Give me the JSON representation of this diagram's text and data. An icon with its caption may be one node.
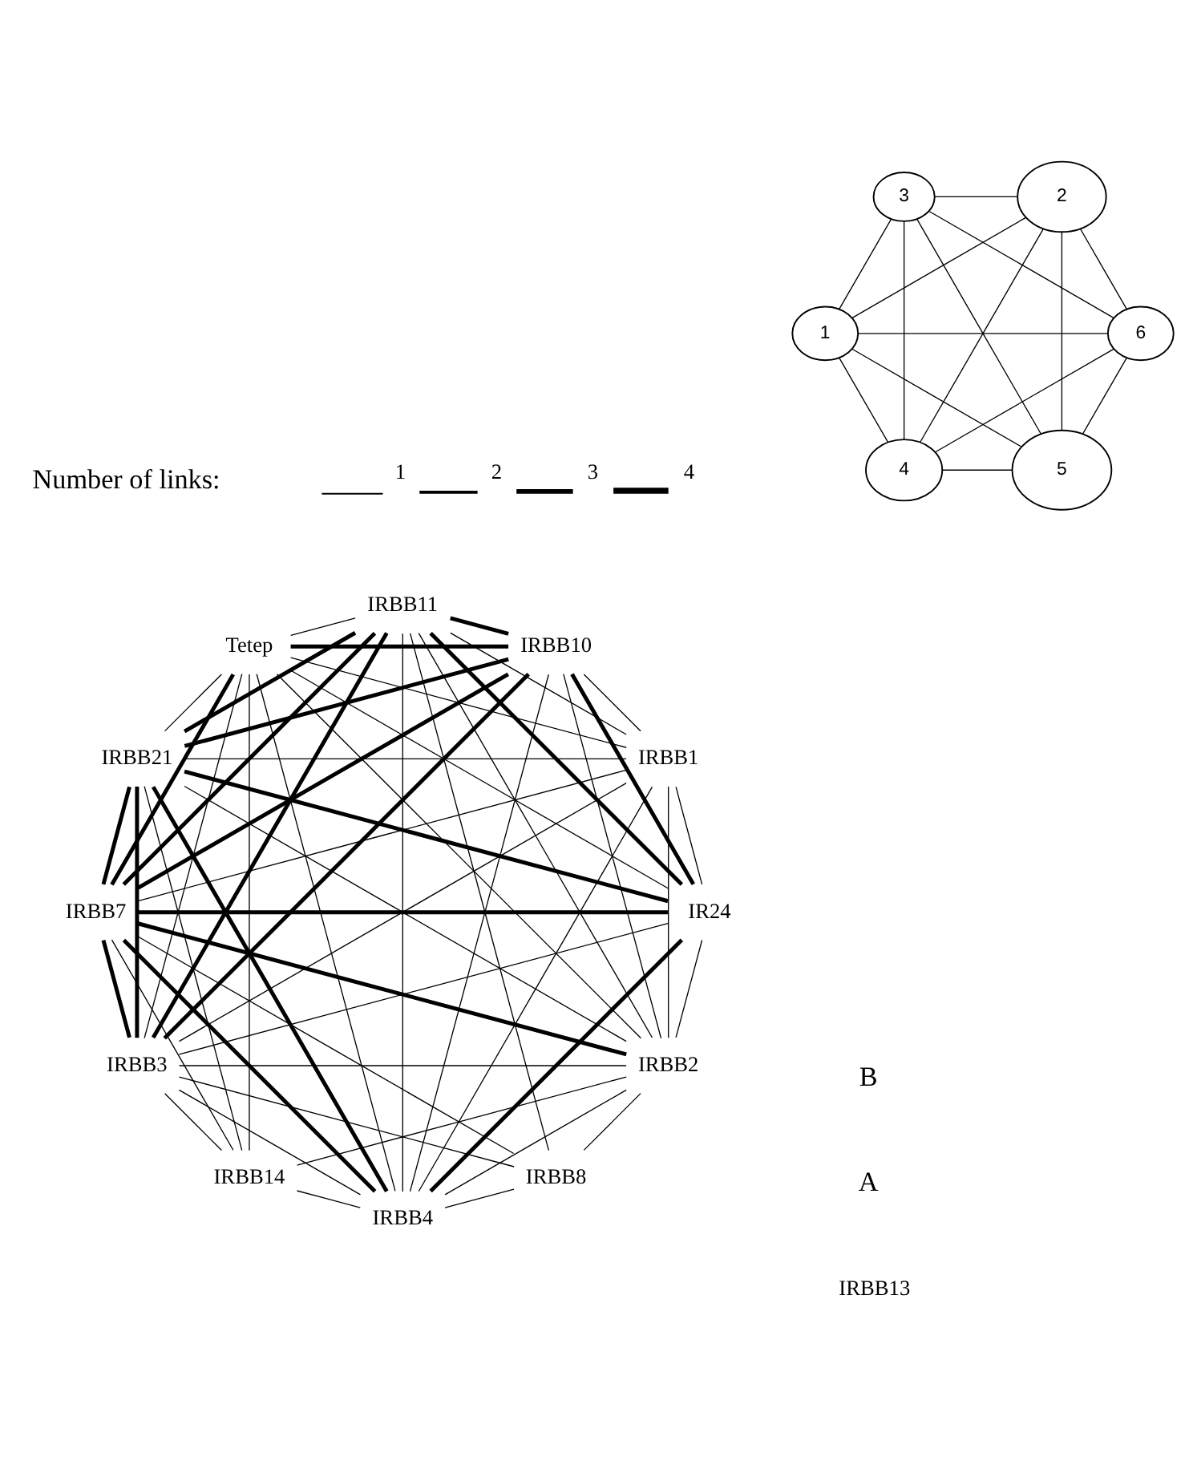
{
  "diagram": {
    "nodes": [
      {
        "text": [
          "IRBB1"
        ]
      },
      {
        "text": [
          "IR24"
        ]
      },
      {
        "text": [
          "Tetep"
        ]
      },
      {
        "text": [
          "IRBB2"
        ]
      },
      {
        "text": [
          "IRBB21"
        ]
      },
      {
        "text": [
          "IRBB3"
        ]
      },
      {
        "text": [
          "IRBB14"
        ]
      },
      {
        "text": [
          "IRBB4"
        ]
      },
      {
        "text": [
          "IRBB13"
        ]
      },
      {
        "text": [
          "IRBB7"
        ]
      },
      {
        "text": [
          "IRBB8"
        ]
      },
      {
        "text": [
          "IRBB11"
        ]
      },
      {
        "text": [
          "IRBB10"
        ]
      },
      {
        "text": [
          "5"
        ]
      },
      {
        "text": [
          "6"
        ]
      },
      {
        "text": [
          "1"
        ]
      },
      {
        "text": [
          "3"
        ]
      },
      {
        "text": [
          "2"
        ]
      },
      {
        "text": [
          "4"
        ]
      }
    ],
    "edges": [
      {
        "from": 0,
        "to": 3,
        "arrow": "none"
      },
      {
        "from": 0,
        "to": 1,
        "arrow": "none"
      },
      {
        "from": 0,
        "to": 2,
        "arrow": "none"
      },
      {
        "from": 0,
        "to": 4,
        "arrow": "none"
      },
      {
        "from": 0,
        "to": 5,
        "arrow": "none"
      },
      {
        "from": 0,
        "to": 7,
        "arrow": "none"
      },
      {
        "from": 0,
        "to": 9,
        "arrow": "none"
      },
      {
        "from": 0,
        "to": 12,
        "arrow": "none"
      },
      {
        "from": 0,
        "to": 11,
        "arrow": "none"
      },
      {
        "from": 3,
        "to": 1,
        "arrow": "none"
      },
      {
        "from": 3,
        "to": 2,
        "arrow": "none"
      },
      {
        "from": 3,
        "to": 4,
        "arrow": "none"
      },
      {
        "from": 3,
        "to": 6,
        "arrow": "none"
      },
      {
        "from": 3,
        "to": 5,
        "arrow": "none"
      },
      {
        "from": 3,
        "to": 7,
        "arrow": "none"
      },
      {
        "from": 3,
        "to": 9,
        "arrow": "none",
        "style": "thick"
      },
      {
        "from": 3,
        "to": 12,
        "arrow": "none"
      },
      {
        "from": 3,
        "to": 11,
        "arrow": "none"
      },
      {
        "from": 3,
        "to": 10,
        "arrow": "none"
      },
      {
        "from": 1,
        "to": 2,
        "arrow": "none"
      },
      {
        "from": 1,
        "to": 4,
        "arrow": "none",
        "style": "thick"
      },
      {
        "from": 1,
        "to": 7,
        "arrow": "none",
        "style": "thick"
      },
      {
        "from": 1,
        "to": 9,
        "arrow": "none",
        "style": "thick"
      },
      {
        "from": 1,
        "to": 12,
        "arrow": "none",
        "style": "thick"
      },
      {
        "from": 1,
        "to": 11,
        "arrow": "none",
        "style": "thick"
      },
      {
        "from": 1,
        "to": 5,
        "arrow": "none"
      },
      {
        "from": 2,
        "to": 4,
        "arrow": "none"
      },
      {
        "from": 2,
        "to": 5,
        "arrow": "none"
      },
      {
        "from": 2,
        "to": 7,
        "arrow": "none"
      },
      {
        "from": 2,
        "to": 9,
        "arrow": "none",
        "style": "thick"
      },
      {
        "from": 2,
        "to": 12,
        "arrow": "none",
        "style": "thick"
      },
      {
        "from": 2,
        "to": 11,
        "arrow": "none"
      },
      {
        "from": 2,
        "to": 6,
        "arrow": "none"
      },
      {
        "from": 4,
        "to": 6,
        "arrow": "none"
      },
      {
        "from": 4,
        "to": 5,
        "arrow": "none",
        "style": "thick"
      },
      {
        "from": 4,
        "to": 7,
        "arrow": "none",
        "style": "thick"
      },
      {
        "from": 4,
        "to": 9,
        "arrow": "none",
        "style": "thick"
      },
      {
        "from": 4,
        "to": 12,
        "arrow": "none",
        "style": "thick"
      },
      {
        "from": 4,
        "to": 11,
        "arrow": "none",
        "style": "thick"
      },
      {
        "from": 6,
        "to": 5,
        "arrow": "none"
      },
      {
        "from": 6,
        "to": 7,
        "arrow": "none"
      },
      {
        "from": 6,
        "to": 9,
        "arrow": "none"
      },
      {
        "from": 5,
        "to": 7,
        "arrow": "none"
      },
      {
        "from": 5,
        "to": 9,
        "arrow": "none",
        "style": "thick"
      },
      {
        "from": 5,
        "to": 12,
        "arrow": "none",
        "style": "thick"
      },
      {
        "from": 5,
        "to": 11,
        "arrow": "none",
        "style": "thick"
      },
      {
        "from": 5,
        "to": 10,
        "arrow": "none"
      },
      {
        "from": 7,
        "to": 9,
        "arrow": "none",
        "style": "thick"
      },
      {
        "from": 7,
        "to": 12,
        "arrow": "none"
      },
      {
        "from": 7,
        "to": 11,
        "arrow": "none"
      },
      {
        "from": 7,
        "to": 10,
        "arrow": "none"
      },
      {
        "from": 9,
        "to": 10,
        "arrow": "none"
      },
      {
        "from": 9,
        "to": 12,
        "arrow": "none",
        "style": "thick"
      },
      {
        "from": 9,
        "to": 11,
        "arrow": "none",
        "style": "thick"
      },
      {
        "from": 10,
        "to": 11,
        "arrow": "none"
      },
      {
        "from": 12,
        "to": 11,
        "arrow": "none",
        "style": "thick"
      },
      {
        "from": 13,
        "to": 14,
        "arrow": "none"
      },
      {
        "from": 13,
        "to": 15,
        "arrow": "none"
      },
      {
        "from": 13,
        "to": 17,
        "arrow": "none"
      },
      {
        "from": 13,
        "to": 18,
        "arrow": "none"
      },
      {
        "from": 13,
        "to": 16,
        "arrow": "none"
      },
      {
        "from": 14,
        "to": 15,
        "arrow": "none"
      },
      {
        "from": 14,
        "to": 17,
        "arrow": "none"
      },
      {
        "from": 14,
        "to": 18,
        "arrow": "none"
      },
      {
        "from": 14,
        "to": 16,
        "arrow": "none"
      },
      {
        "from": 15,
        "to": 17,
        "arrow": "none"
      },
      {
        "from": 15,
        "to": 18,
        "arrow": "none"
      },
      {
        "from": 15,
        "to": 16,
        "arrow": "none"
      },
      {
        "from": 17,
        "to": 16,
        "arrow": "none"
      },
      {
        "from": 17,
        "to": 18,
        "arrow": "none"
      },
      {
        "from": 16,
        "to": 18,
        "arrow": "none"
      }
    ],
    "labels": [
      "A",
      "Number of links:",
      "B"
    ],
    "legend": [
      {
        "text": "1"
      },
      {
        "text": "2"
      },
      {
        "text": "3"
      },
      {
        "text": "4"
      }
    ]
  }
}
